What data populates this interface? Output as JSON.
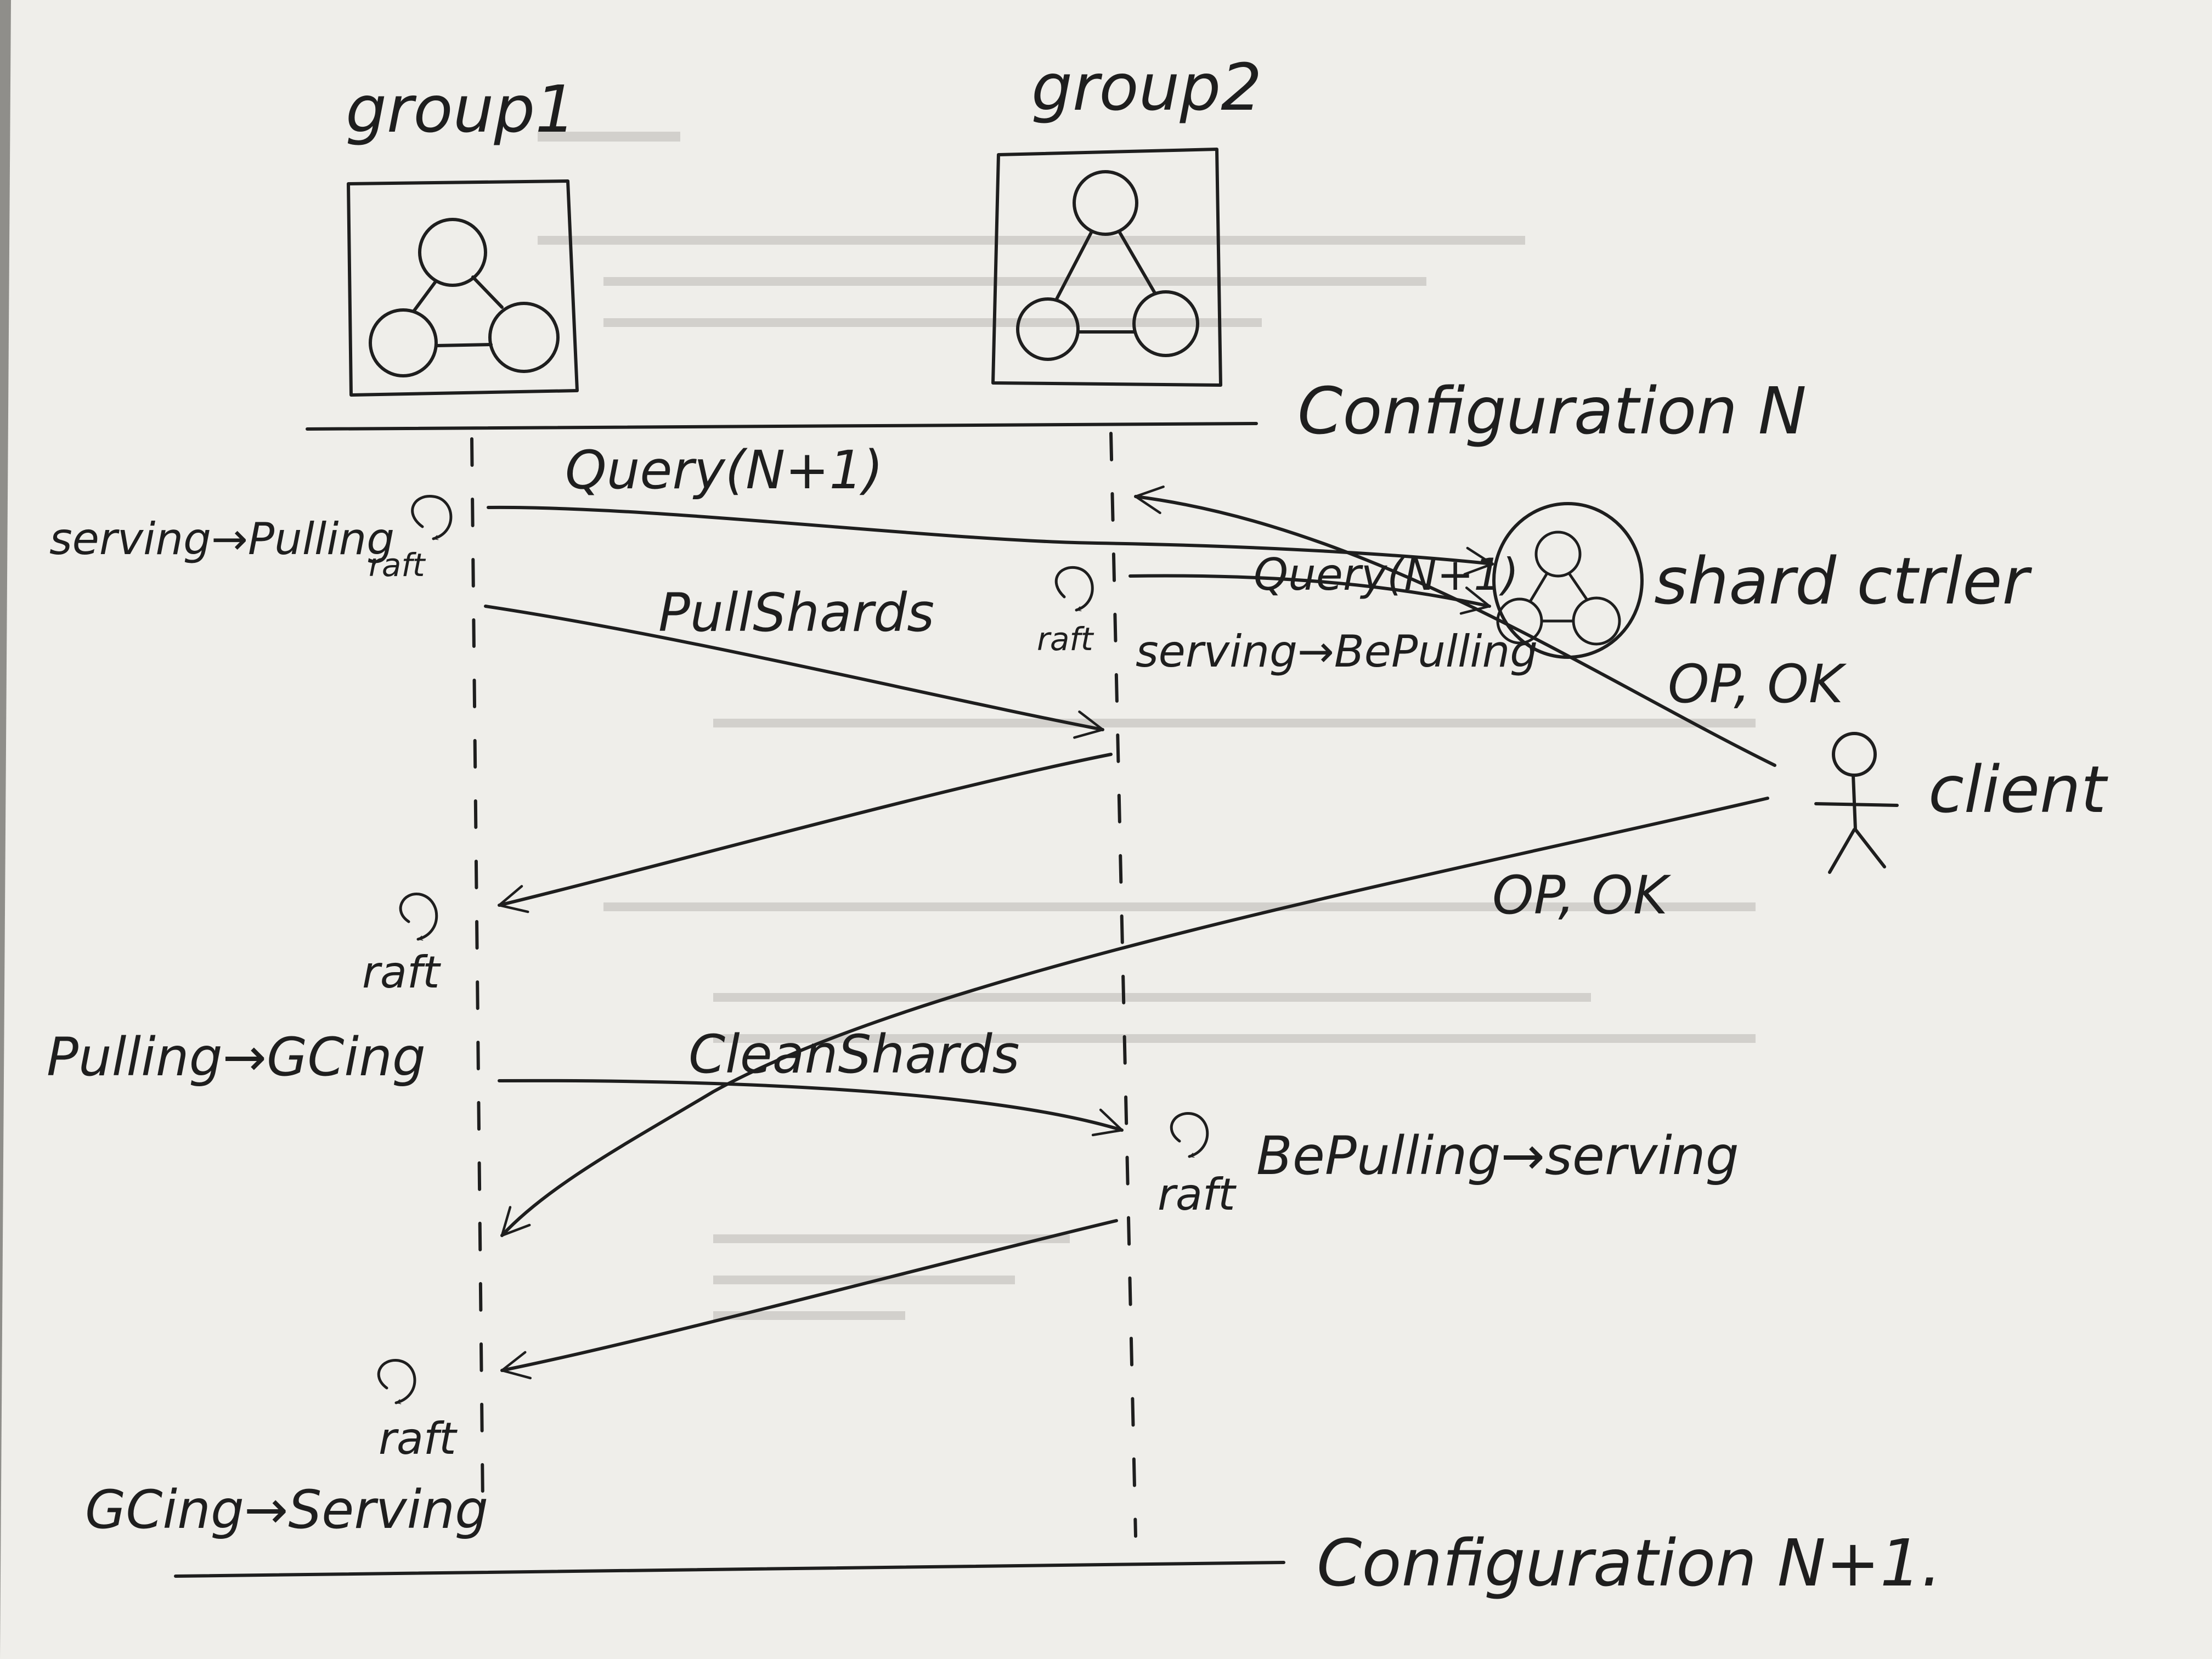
{
  "groups": {
    "group1": "group1",
    "group2": "group2"
  },
  "configs": {
    "before": "Configuration N",
    "after": "Configuration N+1."
  },
  "actors": {
    "shard_ctrler": "shard ctrler",
    "client": "client"
  },
  "messages": {
    "query_group1": "Query(N+1)",
    "query_group2": "Query(N+1)",
    "pull_shards": "PullShards",
    "clean_shards": "CleanShards",
    "client_op_1": "OP, OK",
    "client_op_2": "OP, OK"
  },
  "states": {
    "g1_serving_to_pulling": "serving→Pulling",
    "g2_serving_to_bepulling": "serving→BePulling",
    "g1_pulling_to_gcing": "Pulling→GCing",
    "g2_bepulling_to_serving": "BePulling→serving",
    "g1_gcing_to_serving": "GCing→Serving"
  },
  "raft": {
    "r1": "raft",
    "r2": "raft",
    "r3": "raft",
    "r4": "raft",
    "r5": "raft"
  },
  "colors": {
    "ink": "#1e1e1e",
    "paper": "#efeeea"
  }
}
